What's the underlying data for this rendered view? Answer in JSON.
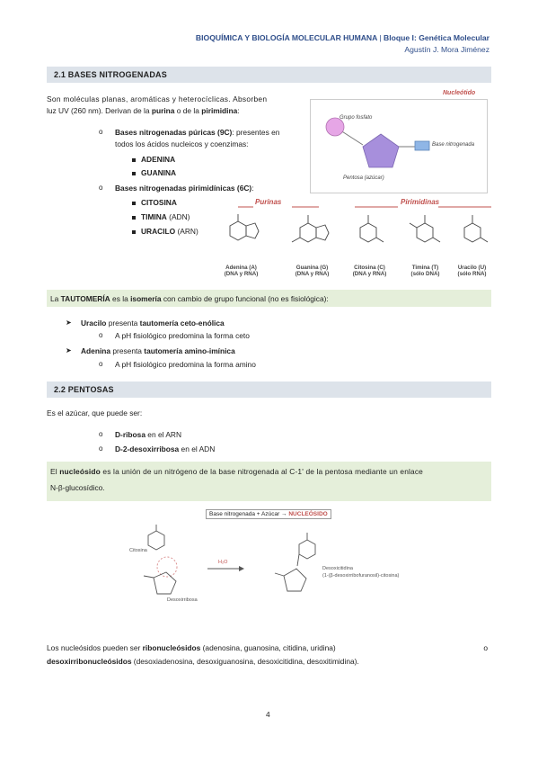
{
  "header": {
    "title": "BIOQUÍMICA Y BIOLOGÍA MOLECULAR HUMANA",
    "separator": "|",
    "block": "Bloque I: Genética Molecular",
    "author": "Agustín J. Mora Jiménez"
  },
  "s21": {
    "heading": "2.1 BASES NITROGENADAS",
    "intro_1": "Son moléculas planas, aromáticas y heterocíclicas. Absorben",
    "intro_2a": "luz UV (260 nm). Derivan de la ",
    "intro_2b": "purina",
    "intro_2c": " o de la ",
    "intro_2d": "pirimidina",
    "intro_2e": ":",
    "purinic_a": "Bases nitrogenadas púricas (9C)",
    "purinic_b": ": presentes en",
    "purinic_c": "todos los ácidos nucleicos y coenzimas:",
    "adenina": "ADENINA",
    "guanina": "GUANINA",
    "pyrim": "Bases nitrogenadas pirimidínicas (6C)",
    "pyrim_colon": ":",
    "citosina": "CITOSINA",
    "timina": "TIMINA",
    "timina_note": " (ADN)",
    "uracilo": "URACILO",
    "uracilo_note": " (ARN)"
  },
  "nucleotide_fig": {
    "title": "Nucleótido",
    "phosphate": "Grupo fosfato",
    "base": "Base nitrogenada",
    "pentose": "Pentosa (azúcar)"
  },
  "bases_fig": {
    "purines": "Purinas",
    "pyrimidines": "Pirimidinas",
    "captions": [
      {
        "l1": "Adenina  (A)",
        "l2": "(DNA y RNA)"
      },
      {
        "l1": "Guanina  (G)",
        "l2": "(DNA y RNA)"
      },
      {
        "l1": "Citosina  (C)",
        "l2": "(DNA y RNA)"
      },
      {
        "l1": "Timina  (T)",
        "l2": "(sólo DNA)"
      },
      {
        "l1": "Uracilo  (U)",
        "l2": "(sólo RNA)"
      }
    ]
  },
  "tautomeria": {
    "a": "La ",
    "b": "TAUTOMERÍA",
    "c": " es la ",
    "d": "isomería",
    "e": " con cambio de grupo funcional (no es fisiológica):",
    "item1_a": "Uracilo",
    "item1_b": " presenta ",
    "item1_c": "tautomería ceto-enólica",
    "item1_sub": "A pH fisiológico predomina la forma ceto",
    "item2_a": "Adenina",
    "item2_b": " presenta ",
    "item2_c": "tautomería amino-imínica",
    "item2_sub": "A pH fisiológico predomina la forma amino"
  },
  "s22": {
    "heading": "2.2 PENTOSAS",
    "intro": "Es el azúcar, que puede ser:",
    "ribosa_a": "D-ribosa",
    "ribosa_b": " en el ARN",
    "desox_a": "D-2-desoxirribosa",
    "desox_b": " en el ADN"
  },
  "nucleosido": {
    "a": "El ",
    "b": "nucleósido",
    "c": " es la unión de un nitrógeno de la base nitrogenada al C-1' de la pentosa mediante un enlace",
    "d": "N-β-glucosídico."
  },
  "reaction_fig": {
    "title_a": "Base nitrogenada + Azúcar → ",
    "title_b": "NUCLEÓSIDO",
    "citosina": "Citosina",
    "desoxirribosa": "Desoxirribosa",
    "h2o": "H₂O",
    "product_1": "Desoxicitidina",
    "product_2": "(1-(β-desoxirribofuranosil)-citosina)"
  },
  "closing": {
    "line1_a": "Los nucleósidos pueden ser ",
    "line1_b": "ribonucleósidos",
    "line1_c": " (adenosina, guanosina, citidina, uridina)",
    "line1_d": "o",
    "line2_a": "desoxirribonucleósidos",
    "line2_b": " (desoxiadenosina, desoxiguanosina, desoxicitidina, desoxitimidina)."
  },
  "page_number": "4"
}
